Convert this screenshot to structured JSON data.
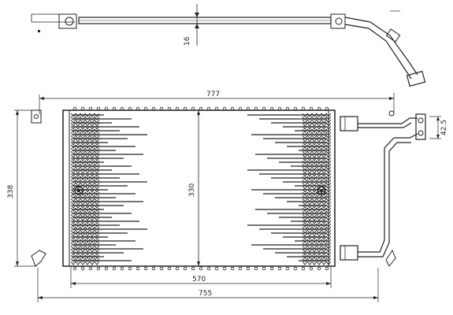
{
  "drawing": {
    "dimensions": {
      "top_view_thickness": "16",
      "overall_width_top": "777",
      "overall_height": "338",
      "core_height": "330",
      "core_width": "570",
      "overall_width_bottom": "755",
      "port_spacing": "42.5"
    }
  },
  "colors": {
    "ink": "#222222",
    "background": "#ffffff"
  }
}
